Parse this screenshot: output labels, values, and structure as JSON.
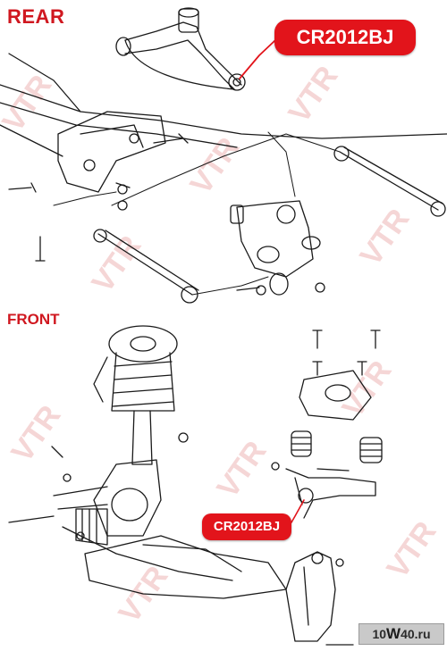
{
  "sections": {
    "rear_label": "REAR",
    "front_label": "FRONT"
  },
  "callouts": {
    "rear_part_number": "CR2012BJ",
    "front_part_number": "CR2012BJ"
  },
  "logo": {
    "prefix": "10",
    "letter": "W",
    "suffix": "40.ru"
  },
  "colors": {
    "accent": "#e2141b",
    "label": "#d01820",
    "watermark": "#f2c8c8",
    "line": "#1a1a1a"
  }
}
